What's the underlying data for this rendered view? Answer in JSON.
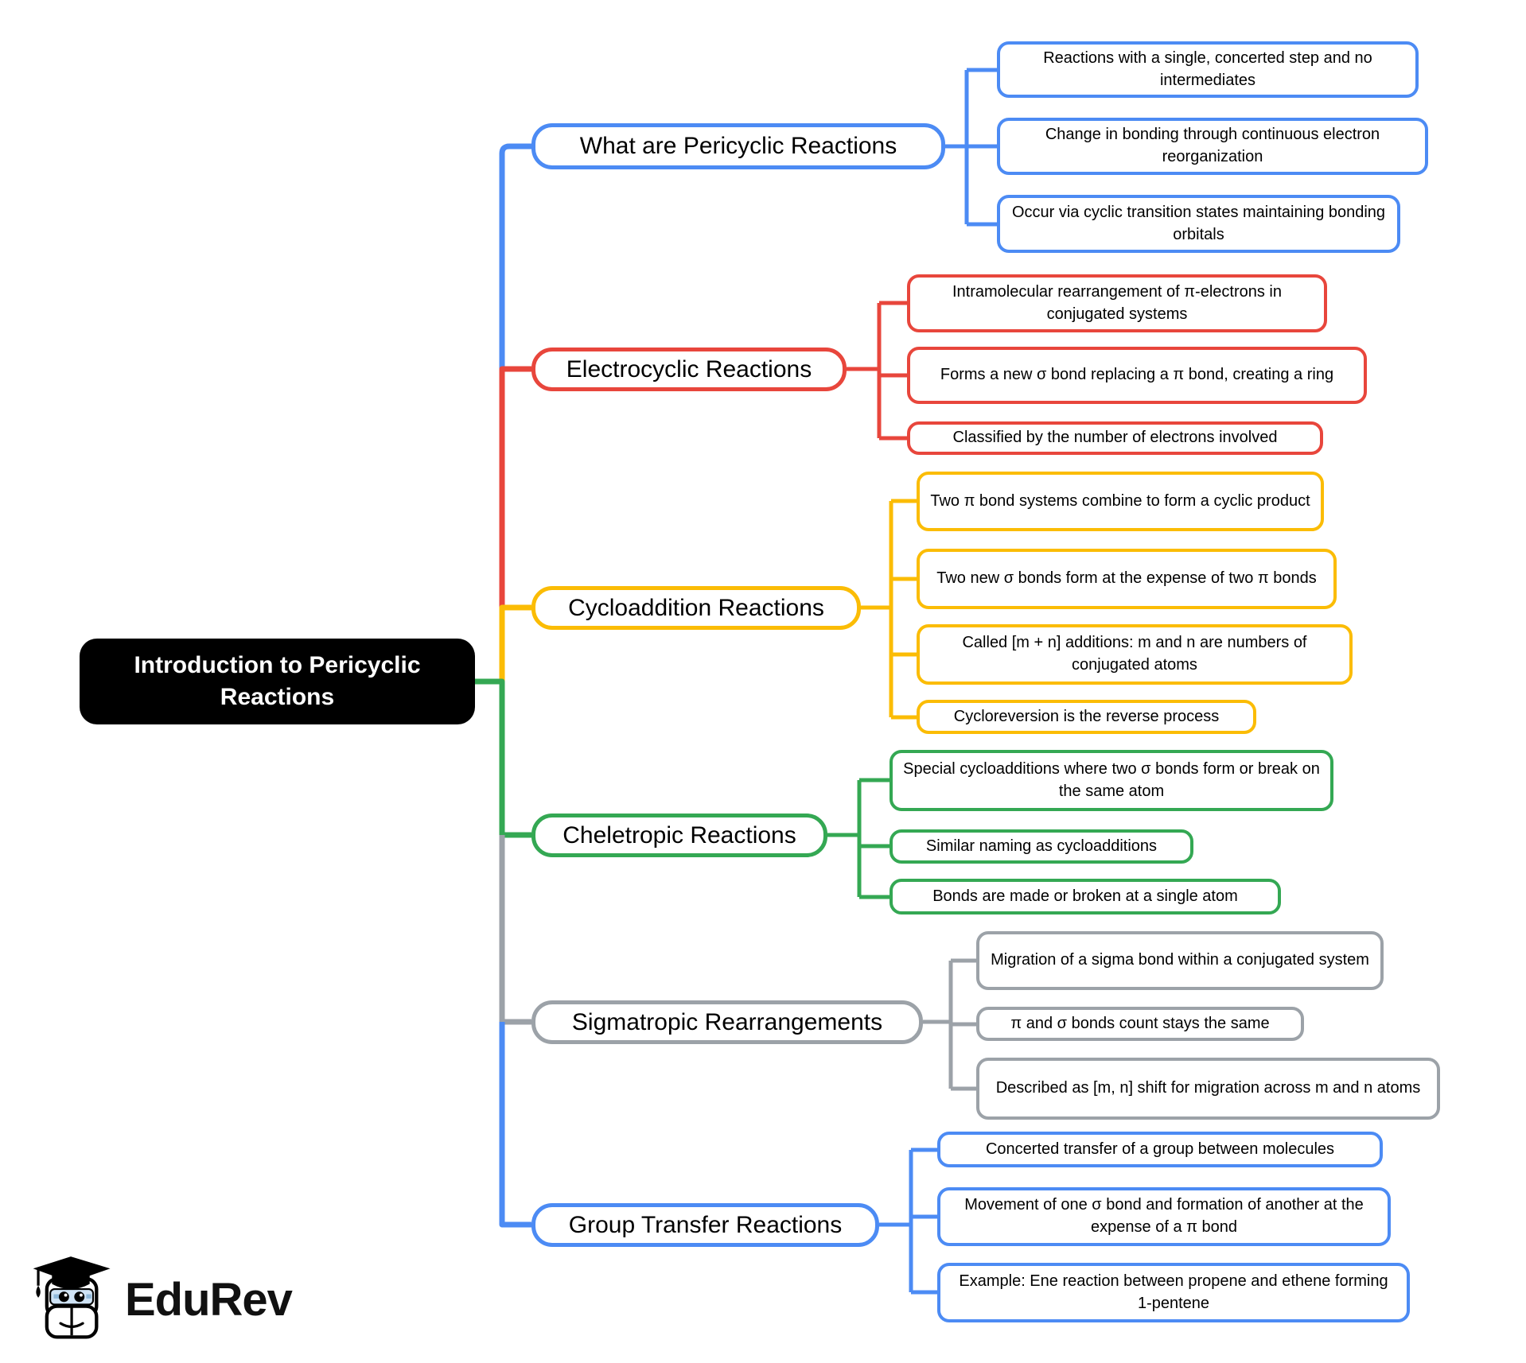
{
  "root": {
    "label": "Introduction to Pericyclic Reactions",
    "bg_color": "#000000",
    "text_color": "#ffffff"
  },
  "branches": [
    {
      "label": "What are Pericyclic Reactions",
      "color": "#4C8BF4",
      "children": [
        "Reactions with a single, concerted step and no intermediates",
        "Change in bonding through continuous electron reorganization",
        "Occur via cyclic transition states maintaining bonding orbitals"
      ]
    },
    {
      "label": "Electrocyclic Reactions",
      "color": "#E8463C",
      "children": [
        "Intramolecular rearrangement of π-electrons in conjugated systems",
        "Forms a new σ bond replacing a π bond, creating a ring",
        "Classified by the number of electrons involved"
      ]
    },
    {
      "label": "Cycloaddition Reactions",
      "color": "#FBBC05",
      "children": [
        "Two π bond systems combine to form a cyclic product",
        "Two new σ bonds form at the expense of two π bonds",
        "Called [m + n] additions: m and n are numbers of conjugated atoms",
        "Cycloreversion is the reverse process"
      ]
    },
    {
      "label": "Cheletropic Reactions",
      "color": "#34A853",
      "children": [
        "Special cycloadditions where two σ bonds form or break on the same atom",
        "Similar naming as cycloadditions",
        "Bonds are made or broken at a single atom"
      ]
    },
    {
      "label": "Sigmatropic Rearrangements",
      "color": "#9CA2A8",
      "children": [
        "Migration of a sigma bond within a conjugated system",
        "π and σ bonds count stays the same",
        "Described as [m, n] shift for migration across m and n atoms"
      ]
    },
    {
      "label": "Group Transfer Reactions",
      "color": "#4C8BF4",
      "children": [
        "Concerted transfer of a group between molecules",
        "Movement of one σ bond and formation of another at the expense of a π bond",
        "Example: Ene reaction between propene and ethene forming 1-pentene"
      ]
    }
  ],
  "logo": {
    "text": "EduRev"
  }
}
